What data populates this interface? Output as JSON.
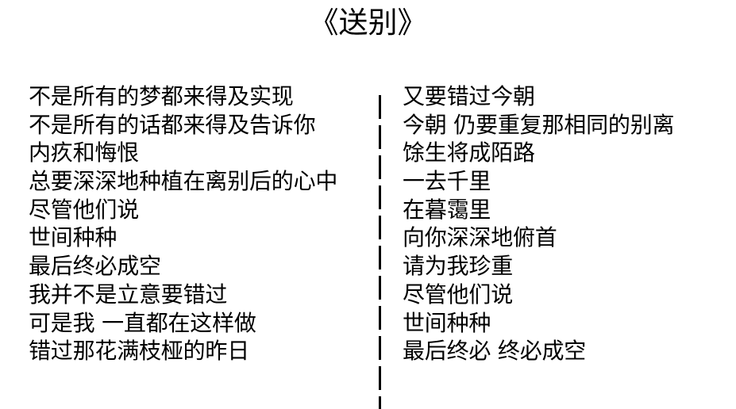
{
  "document": {
    "title": "《送别》",
    "background_color": "#ffffff",
    "text_color": "#000000"
  },
  "divider": {
    "name": "dashed-vertical-divider",
    "style": "dashed",
    "color": "#000000"
  },
  "columns": {
    "left": {
      "lines": [
        "不是所有的梦都来得及实现",
        "不是所有的话都来得及告诉你",
        "内疚和悔恨",
        "总要深深地种植在离别后的心中",
        "尽管他们说",
        "世间种种",
        "最后终必成空",
        "我并不是立意要错过",
        "可是我 一直都在这样做",
        "错过那花满枝桠的昨日"
      ]
    },
    "right": {
      "lines": [
        "又要错过今朝",
        "今朝 仍要重复那相同的别离",
        "馀生将成陌路",
        "一去千里",
        "在暮霭里",
        "向你深深地俯首",
        "请为我珍重",
        "尽管他们说",
        "世间种种",
        "最后终必 终必成空"
      ]
    }
  }
}
